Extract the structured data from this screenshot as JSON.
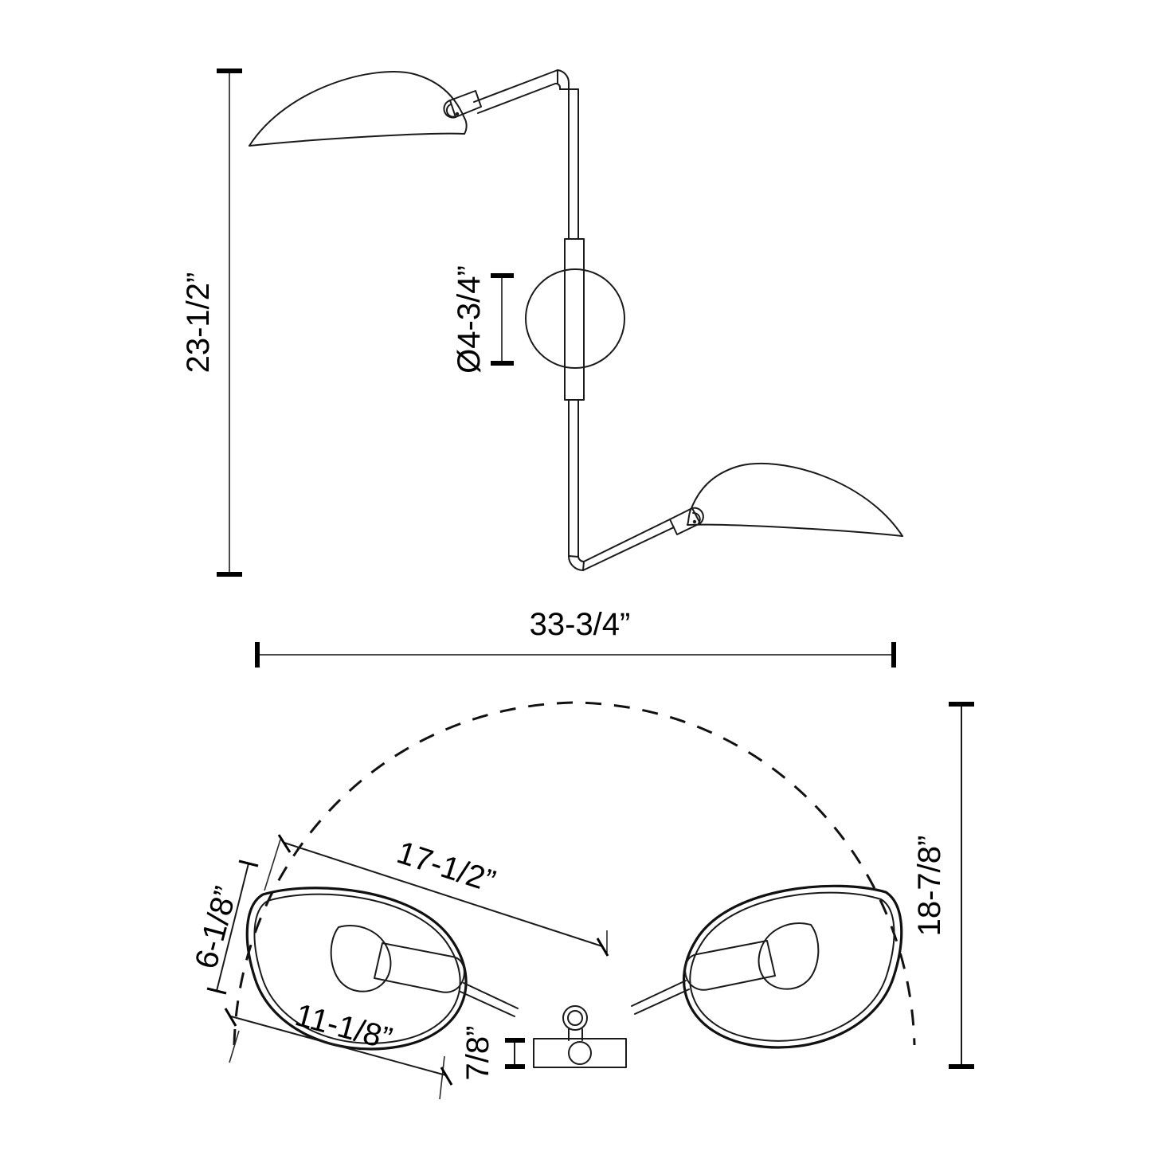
{
  "document": {
    "type": "technical-dimension-drawing",
    "subject": "two-arm swing wall sconce lamp",
    "views": [
      "front elevation",
      "bottom plan"
    ],
    "units": "inches"
  },
  "dimensions": {
    "overall_height": "23-1/2”",
    "backplate_diameter": "Ø4-3/4”",
    "overall_width": "33-3/4”",
    "arm_reach": "17-1/2”",
    "shade_width": "6-1/8”",
    "shade_length": "11-1/8”",
    "backplate_thickness": "7/8”",
    "projection_depth": "18-7/8”"
  },
  "labels": {
    "height": "23-1/2”",
    "diameter": "Ø4-3/4”",
    "width": "33-3/4”",
    "reach": "17-1/2”",
    "shade_minor": "6-1/8”",
    "shade_major": "11-1/8”",
    "plate_thickness": "7/8”",
    "depth": "18-7/8”"
  },
  "colors": {
    "line": "#1a1a1a",
    "dimension": "#4a4a4a",
    "background": "#ffffff"
  }
}
